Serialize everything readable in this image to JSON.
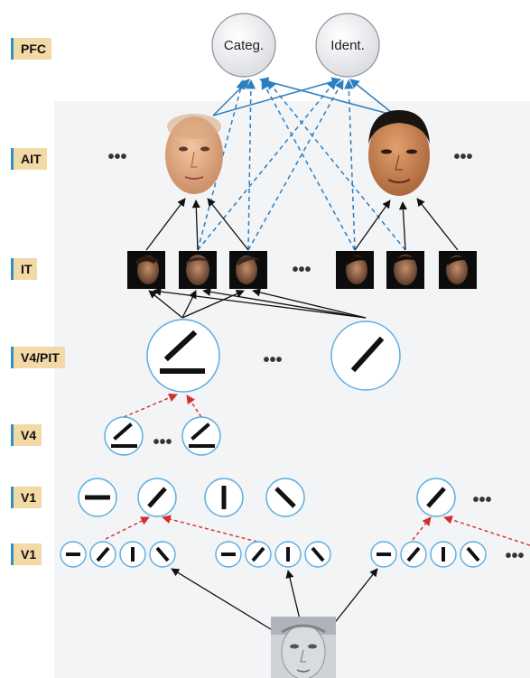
{
  "labels": {
    "pfc": "PFC",
    "ait": "AIT",
    "it": "IT",
    "v4pit": "V4/PIT",
    "v4": "V4",
    "v1_complex": "V1",
    "v1_simple": "V1"
  },
  "nodes": {
    "categ": "Categ.",
    "ident": "Ident."
  },
  "ellipsis": "•••",
  "colors": {
    "label_bg": "#f3d9a6",
    "label_bar": "#2f8fc8",
    "blue_arrow": "#2b7fc1",
    "red_arrow": "#d12f2f",
    "black_arrow": "#111111",
    "unit_border": "#5aaee0",
    "node_fill": "#e9eaee"
  }
}
